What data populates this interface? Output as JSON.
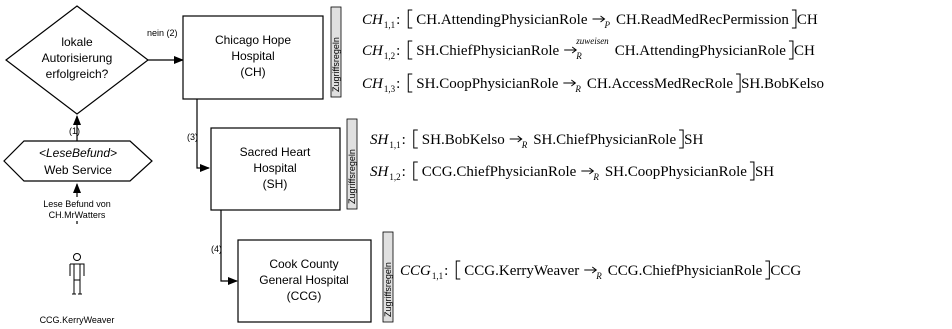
{
  "decision": {
    "line1": "lokale",
    "line2": "Autorisierung",
    "line3": "erfolgreich?",
    "no_label": "nein (2)"
  },
  "service": {
    "name": "LeseBefund",
    "type": "Web Service"
  },
  "request_label": {
    "line1": "Lese Befund von",
    "line2": "CH.MrWatters"
  },
  "actor": {
    "name": "CCG.KerryWeaver"
  },
  "steps": {
    "s1": "(1)",
    "s3": "(3)",
    "s4": "(4)"
  },
  "tab_label": "Zugriffsregeln",
  "hospitals": [
    {
      "line1": "Chicago Hope",
      "line2": "Hospital",
      "line3": "(CH)"
    },
    {
      "line1": "Sacred Heart",
      "line2": "Hospital",
      "line3": "(SH)"
    },
    {
      "line1": "Cook County",
      "line2": "General Hospital",
      "line3": "(CCG)"
    }
  ],
  "rules": {
    "ch": [
      {
        "name": "CH",
        "sub": "1,1",
        "left": "CH.AttendingPhysicianRole",
        "arrow_sub": "P",
        "arrow_sup": "",
        "right": "CH.ReadMedRecPermission",
        "issuer": "CH"
      },
      {
        "name": "CH",
        "sub": "1,2",
        "left": "SH.ChiefPhysicianRole",
        "arrow_sub": "R",
        "arrow_sup": "zuweisen",
        "right": "CH.AttendingPhysicianRole",
        "issuer": "CH"
      },
      {
        "name": "CH",
        "sub": "1,3",
        "left": "SH.CoopPhysicianRole",
        "arrow_sub": "R",
        "arrow_sup": "",
        "right": "CH.AccessMedRecRole",
        "issuer": "SH.BobKelso"
      }
    ],
    "sh": [
      {
        "name": "SH",
        "sub": "1,1",
        "left": "SH.BobKelso",
        "arrow_sub": "R",
        "arrow_sup": "",
        "right": "SH.ChiefPhysicianRole",
        "issuer": "SH"
      },
      {
        "name": "SH",
        "sub": "1,2",
        "left": "CCG.ChiefPhysicianRole",
        "arrow_sub": "R",
        "arrow_sup": "",
        "right": "SH.CoopPhysicianRole",
        "issuer": "SH"
      }
    ],
    "ccg": [
      {
        "name": "CCG",
        "sub": "1,1",
        "left": "CCG.KerryWeaver",
        "arrow_sub": "R",
        "arrow_sup": "",
        "right": "CCG.ChiefPhysicianRole",
        "issuer": "CCG"
      }
    ]
  }
}
